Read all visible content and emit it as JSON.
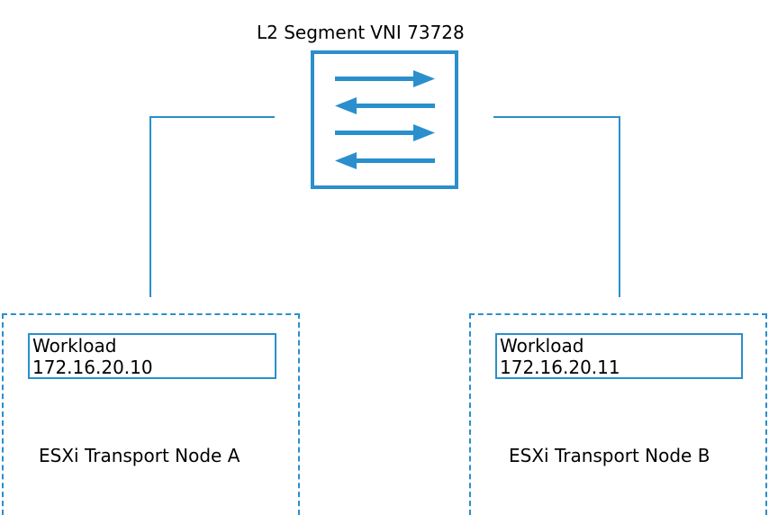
{
  "segment": {
    "title": "L2 Segment",
    "vni": "VNI 73728"
  },
  "colors": {
    "accent": "#2a8fcc",
    "text": "#000000",
    "background": "#ffffff"
  },
  "switch_icon": {
    "name": "l2-switch-icon",
    "arrows": [
      "right",
      "left",
      "right",
      "left"
    ]
  },
  "nodes": [
    {
      "label": "ESXi Transport Node A",
      "workload": {
        "title": "Workload",
        "ip": "172.16.20.10"
      }
    },
    {
      "label": "ESXi Transport Node B",
      "workload": {
        "title": "Workload",
        "ip": "172.16.20.11"
      }
    }
  ]
}
